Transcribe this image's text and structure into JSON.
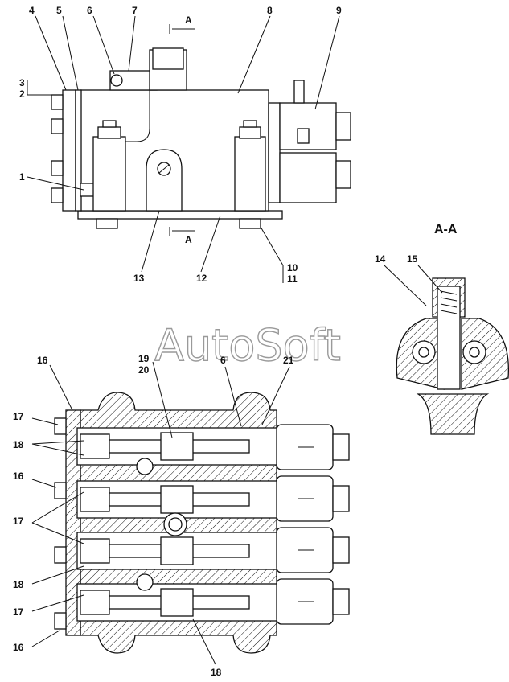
{
  "watermark": "AutoSoft",
  "section_marker": "A",
  "section_title": "A-A",
  "callouts": {
    "c1": "1",
    "c2": "2",
    "c3": "3",
    "c4": "4",
    "c5": "5",
    "c6": "6",
    "c7": "7",
    "c8": "8",
    "c9": "9",
    "c10": "10",
    "c11": "11",
    "c12": "12",
    "c13": "13",
    "c14": "14",
    "c15": "15",
    "c16": "16",
    "c17": "17",
    "c18": "18",
    "c19": "19",
    "c20": "20",
    "c21": "21"
  }
}
